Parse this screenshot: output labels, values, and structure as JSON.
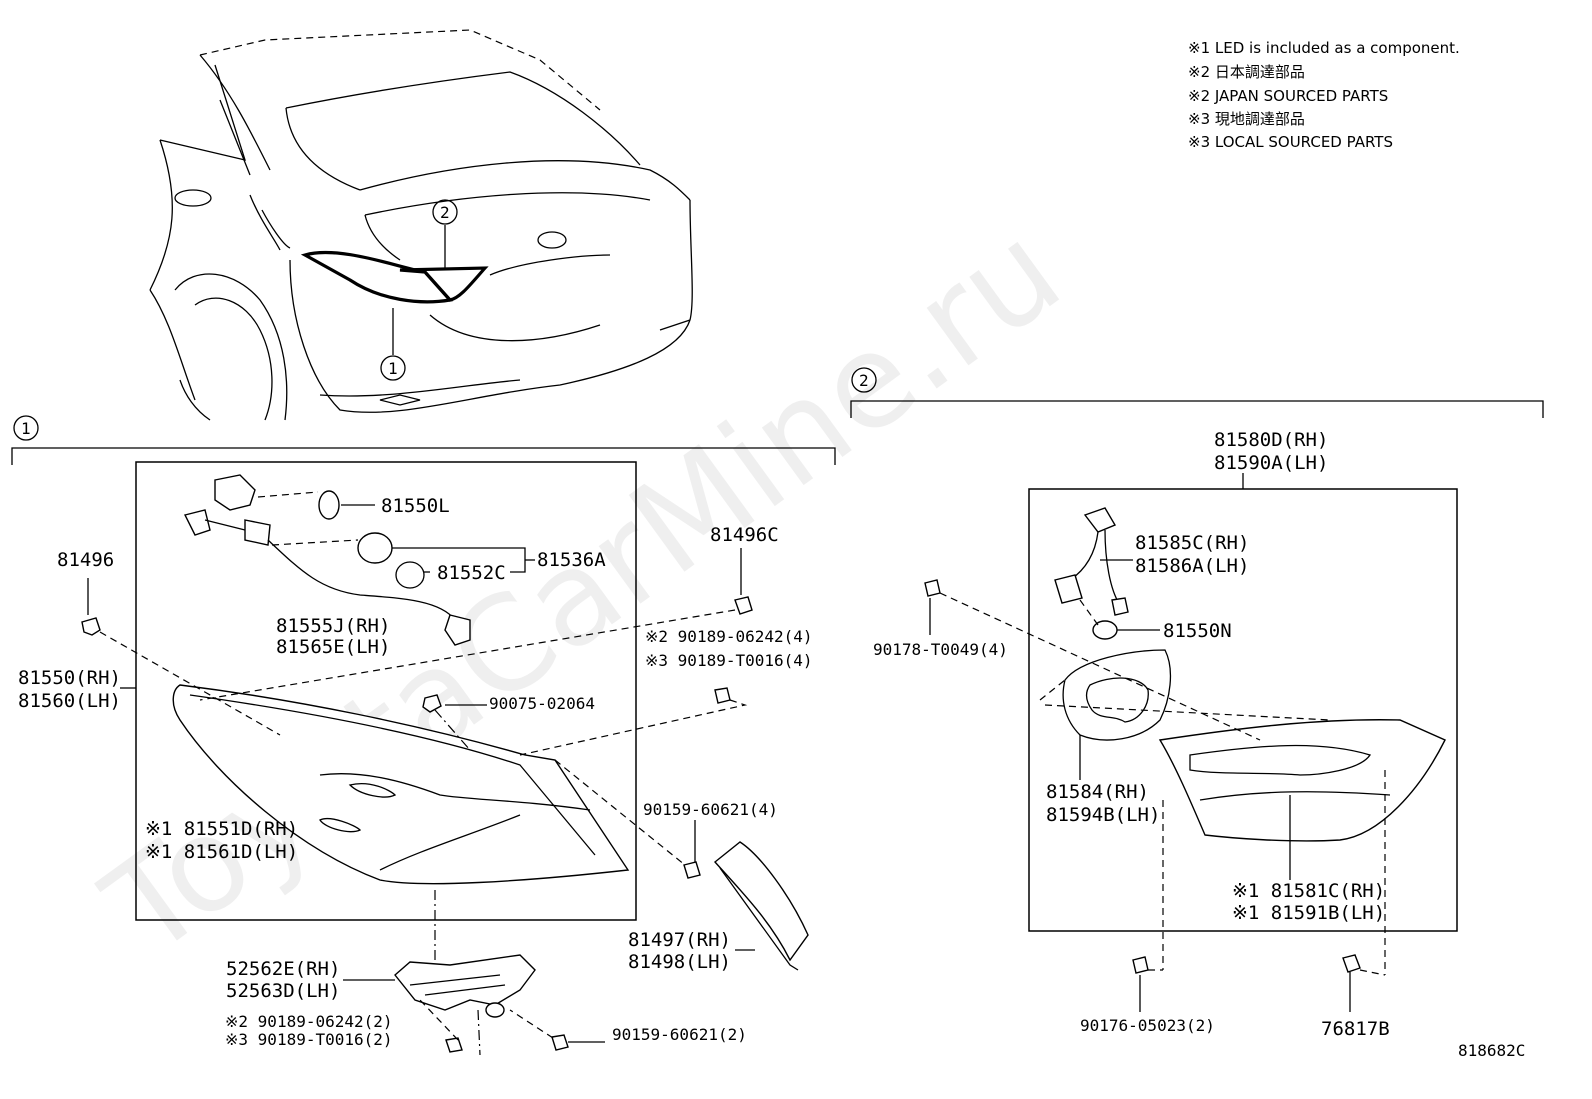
{
  "notes": [
    "※1 LED is included as a component.",
    "※2 日本調達部品",
    "※2 JAPAN SOURCED PARTS",
    "※3 現地調達部品",
    "※3 LOCAL SOURCED PARTS"
  ],
  "watermark": "ToyotaCarMine.ru",
  "callouts": {
    "c1": "1",
    "c2": "2"
  },
  "group1": {
    "p81550L": "81550L",
    "p81552C": "81552C",
    "p81536A": "81536A",
    "p81555J": "81555J(RH)",
    "p81565E": "81565E(LH)",
    "p81496": "81496",
    "p81550rh": "81550(RH)",
    "p81560lh": "81560(LH)",
    "p90075": "90075-02064",
    "p81551D": "※1 81551D(RH)",
    "p81561D": "※1 81561D(LH)",
    "p81496C": "81496C",
    "p90189_06242_4": "※2 90189-06242(4)",
    "p90189_T0016_4": "※3 90189-T0016(4)",
    "p90159_4": "90159-60621(4)",
    "p81497": "81497(RH)",
    "p81498": "81498(LH)",
    "p52562E": "52562E(RH)",
    "p52563D": "52563D(LH)",
    "p90189_06242_2": "※2 90189-06242(2)",
    "p90189_T0016_2": "※3 90189-T0016(2)",
    "p90159_2": "90159-60621(2)"
  },
  "group2": {
    "p81580D": "81580D(RH)",
    "p81590A": "81590A(LH)",
    "p81585C": "81585C(RH)",
    "p81586A": "81586A(LH)",
    "p81550N": "81550N",
    "p90178": "90178-T0049(4)",
    "p81584": "81584(RH)",
    "p81594B": "81594B(LH)",
    "p81581C": "※1 81581C(RH)",
    "p81591B": "※1 81591B(LH)",
    "p90176": "90176-05023(2)",
    "p76817B": "76817B"
  },
  "drawing_number": "818682C"
}
